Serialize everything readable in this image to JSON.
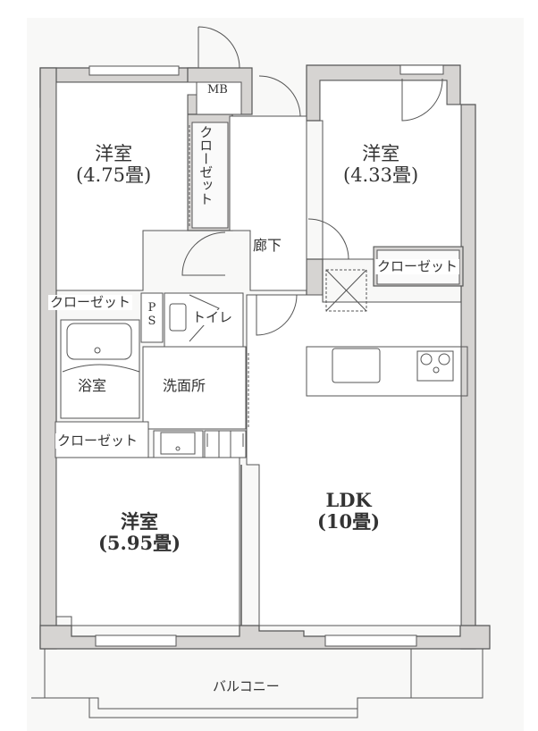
{
  "floor_plan": {
    "rooms": [
      {
        "id": "western-room-1",
        "name": "洋室",
        "size": "(4.75畳)"
      },
      {
        "id": "western-room-2",
        "name": "洋室",
        "size": "(4.33畳)"
      },
      {
        "id": "western-room-3",
        "name": "洋室",
        "size": "(5.95畳)"
      },
      {
        "id": "ldk",
        "name": "LDK",
        "size": "(10畳)"
      },
      {
        "id": "hallway",
        "name": "廊下"
      },
      {
        "id": "bathroom",
        "name": "浴室"
      },
      {
        "id": "washroom",
        "name": "洗面所"
      },
      {
        "id": "toilet",
        "name": "トイレ"
      },
      {
        "id": "balcony",
        "name": "バルコニー"
      }
    ],
    "storage": {
      "mb": "MB",
      "ps": "PS",
      "closet_label": "クローゼット"
    },
    "colors": {
      "wall": "#d6d4d2",
      "line": "#555555",
      "background": "#f8f8f7",
      "text": "#333333"
    }
  }
}
